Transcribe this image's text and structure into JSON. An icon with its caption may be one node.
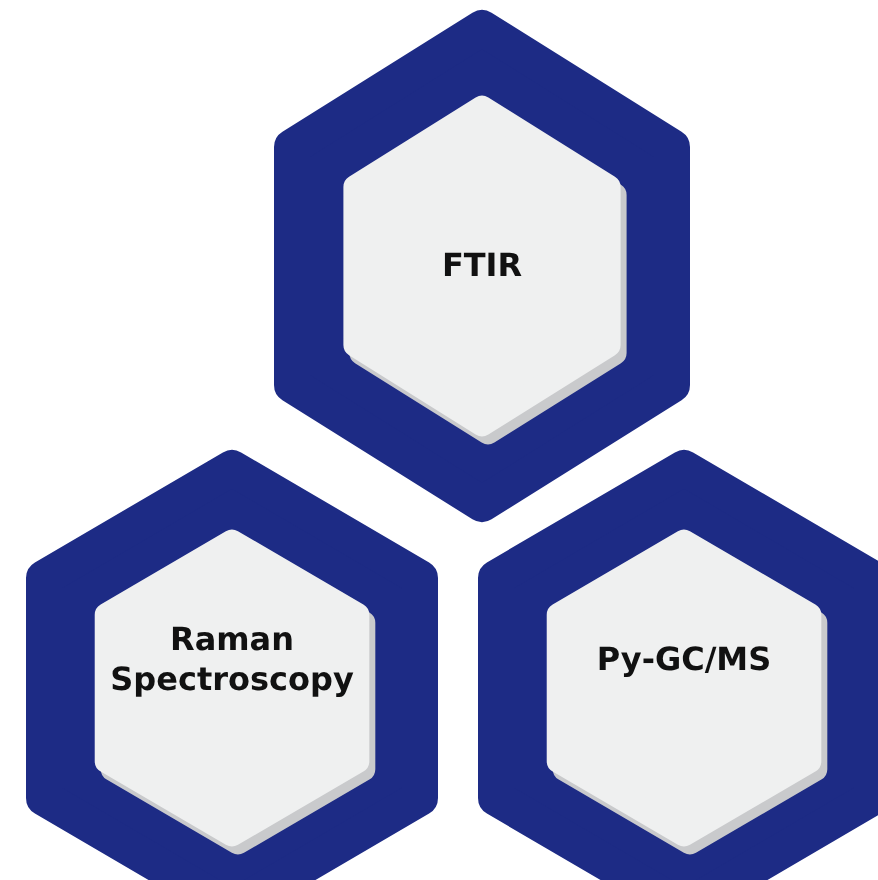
{
  "diagram": {
    "nodes": [
      {
        "text": [
          "FTIR"
        ]
      },
      {
        "text": [
          "Raman Spectroscopy"
        ]
      },
      {
        "text": [
          "Py-GC/MS"
        ]
      }
    ]
  }
}
